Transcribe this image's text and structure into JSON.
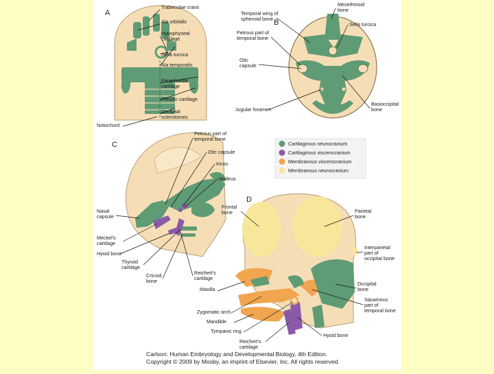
{
  "colors": {
    "page_background": "#fdfdc4",
    "cartilaginous_neurocranium": "#5f9b74",
    "cartilaginous_viscerocranium": "#8a5aa8",
    "membranous_viscerocranium": "#f0a54e",
    "membranous_neurocranium": "#f7e79a",
    "skull_base": "#f5deb6"
  },
  "panels": {
    "a": {
      "letter": "A",
      "labels": [
        "Trabeculae cranii",
        "Ala orbitalis",
        "Hypophyseal",
        "cartilage",
        "Sella turcica",
        "Ala temporalis",
        "Parachordal",
        "cartilage",
        "Periotic cartilage",
        "Occipital",
        "sclerotomes",
        "Notochord"
      ]
    },
    "b": {
      "letter": "B",
      "labels": [
        "Temporal wing of",
        "sphenoid bone",
        "Mesethmoid",
        "bone",
        "Sella turcica",
        "Petrous part of",
        "temporal bone",
        "Otic",
        "capsule",
        "Jugular foramen",
        "Basioccipital",
        "bone"
      ]
    },
    "c": {
      "letter": "C",
      "labels": [
        "Petrous part of",
        "temporal bone",
        "Otic capsule",
        "Incus",
        "Malleus",
        "Nasal",
        "capsule",
        "Meckel's",
        "cartilage",
        "Hyoid bone",
        "Thyroid",
        "cartilage",
        "Cricoid",
        "bone",
        "Reichert's",
        "cartilage"
      ]
    },
    "d": {
      "letter": "D",
      "labels": [
        "Frontal",
        "bone",
        "Parietal",
        "bone",
        "Interparietal",
        "part of",
        "occipital bone",
        "Occipital",
        "bone",
        "Maxilla",
        "Squamous",
        "part of",
        "temporal bone",
        "Zygomatic arch",
        "Mandible",
        "Tympanic ring",
        "Hyoid bone",
        "Reichert's",
        "cartilage"
      ]
    }
  },
  "legend": [
    {
      "label": "Cartilagirous neurocranium",
      "color": "#5f9b74"
    },
    {
      "label": "Cartilagirous viscerocranium",
      "color": "#8a5aa8"
    },
    {
      "label": "Membranous viscerocranium",
      "color": "#f0a54e"
    },
    {
      "label": "Membranous neurocranium",
      "color": "#f7e79a"
    }
  ],
  "caption": {
    "line1": "Carlson: Human Embryology and Developmental Biology, 4th Edition.",
    "line2": "Copyright © 2009 by Mosby, an imprint of Elsevier, Inc. All rights reserved."
  }
}
